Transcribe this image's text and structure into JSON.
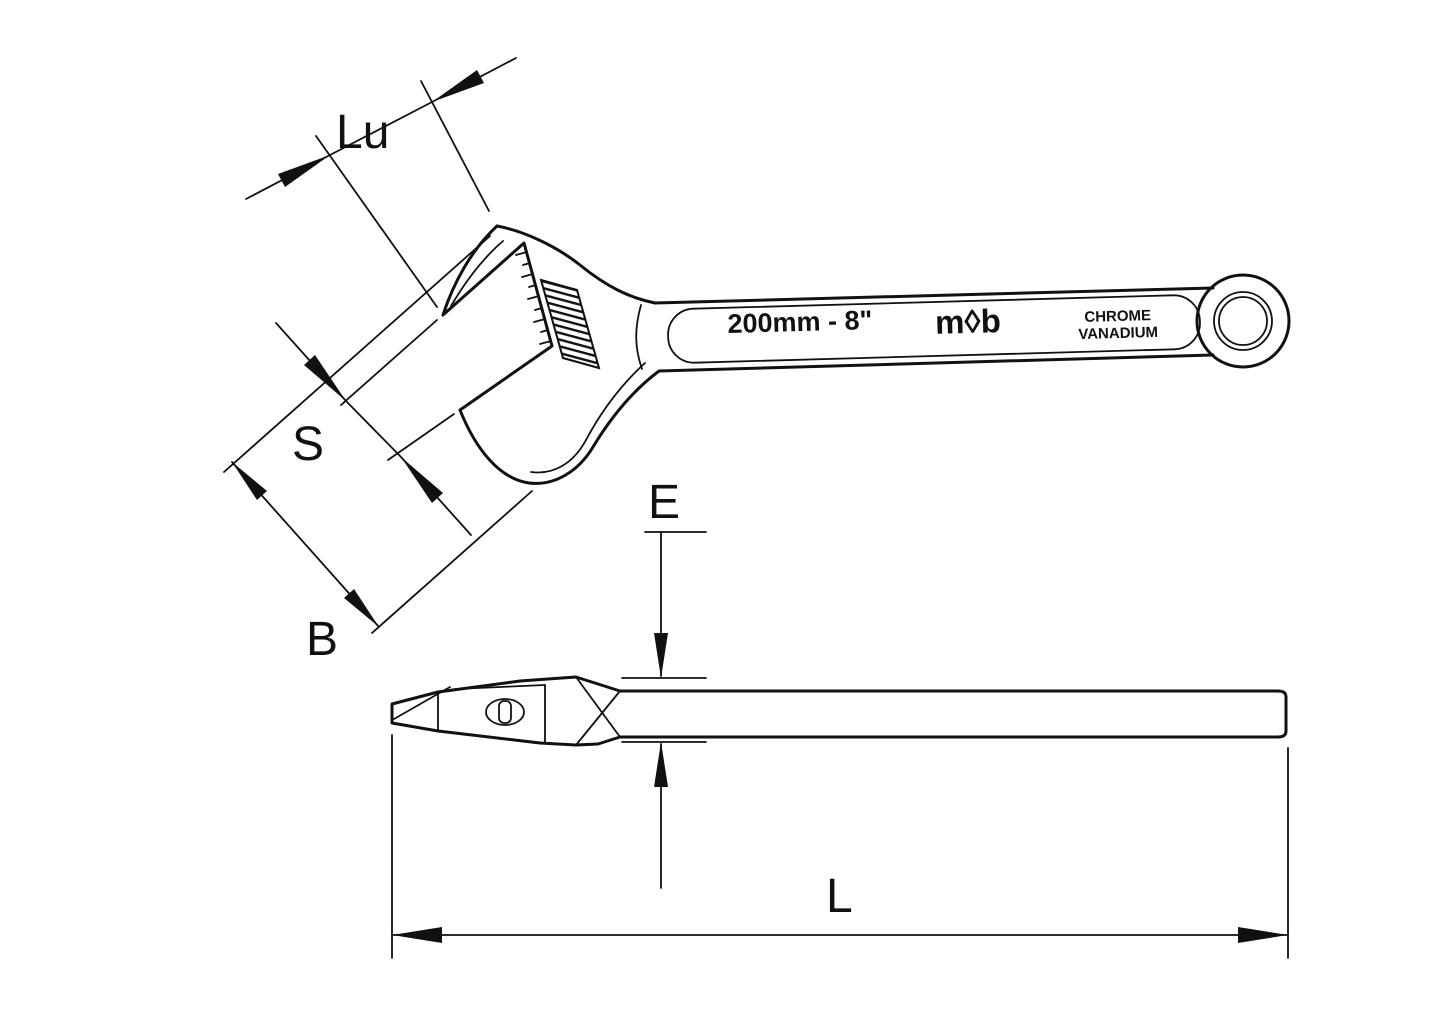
{
  "drawing": {
    "type": "technical-drawing-adjustable-wrench",
    "labels": {
      "jaw_length": "Lu",
      "jaw_opening": "S",
      "head_width": "B",
      "thickness": "E",
      "overall_length": "L"
    },
    "markings": {
      "size": "200mm - 8\"",
      "brand": "m◊b",
      "material_line1": "CHROME",
      "material_line2": "VANADIUM"
    }
  }
}
